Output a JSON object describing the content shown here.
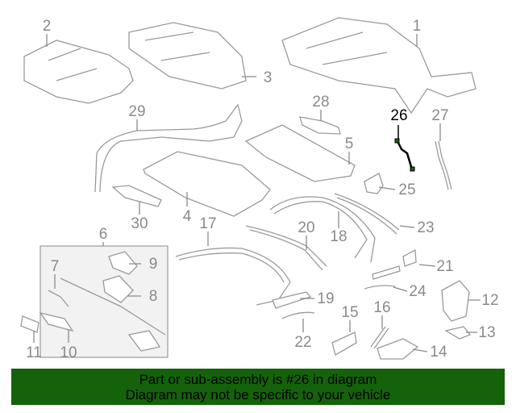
{
  "diagram": {
    "highlighted_part": "26",
    "callouts": [
      "1",
      "2",
      "3",
      "4",
      "5",
      "6",
      "7",
      "8",
      "9",
      "10",
      "11",
      "12",
      "13",
      "14",
      "15",
      "16",
      "17",
      "18",
      "19",
      "20",
      "21",
      "22",
      "23",
      "24",
      "25",
      "26",
      "27",
      "28",
      "29",
      "30"
    ],
    "highlight_color": "#146209"
  },
  "banner": {
    "line1": "Part or sub-assembly is #26 in diagram",
    "line2": "Diagram may not be specific to your vehicle",
    "background": "#146209"
  }
}
